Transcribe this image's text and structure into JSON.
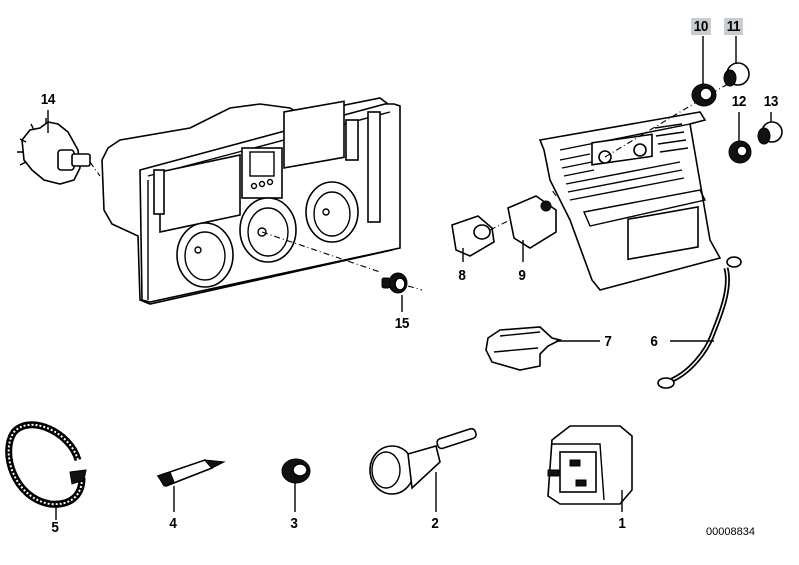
{
  "diagram": {
    "title": "Heater control / switches exploded parts diagram",
    "drawing_number": "00008834",
    "highlight_color": "#c8ccd0",
    "callouts": [
      {
        "id": "1",
        "label": "1",
        "part": "relay"
      },
      {
        "id": "2",
        "label": "2",
        "part": "temperature-sensor"
      },
      {
        "id": "3",
        "label": "3",
        "part": "bulb-socket-cap"
      },
      {
        "id": "4",
        "label": "4",
        "part": "festoon-bulb"
      },
      {
        "id": "5",
        "label": "5",
        "part": "hose-clamp"
      },
      {
        "id": "6",
        "label": "6",
        "part": "ground-cable"
      },
      {
        "id": "7",
        "label": "7",
        "part": "spring-clip"
      },
      {
        "id": "8",
        "label": "8",
        "part": "switch"
      },
      {
        "id": "9",
        "label": "9",
        "part": "switch-housing"
      },
      {
        "id": "10",
        "label": "10",
        "part": "knob-ring",
        "highlighted": true
      },
      {
        "id": "11",
        "label": "11",
        "part": "knob-cap",
        "highlighted": true
      },
      {
        "id": "12",
        "label": "12",
        "part": "knob-ring"
      },
      {
        "id": "13",
        "label": "13",
        "part": "knob-cap"
      },
      {
        "id": "14",
        "label": "14",
        "part": "blower-switch"
      },
      {
        "id": "15",
        "label": "15",
        "part": "rotary-knob"
      }
    ]
  }
}
